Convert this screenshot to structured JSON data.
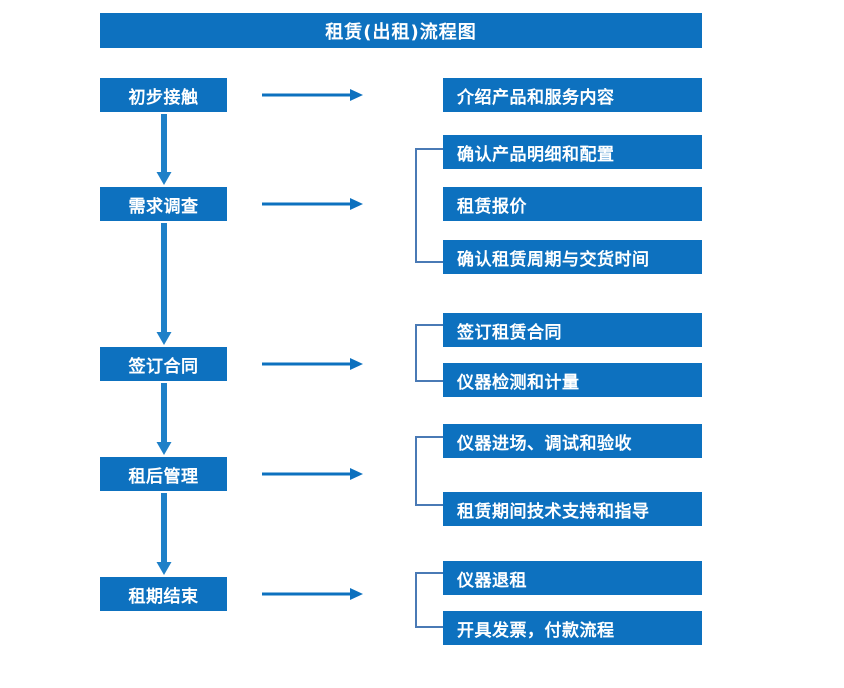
{
  "diagram": {
    "title": "租赁(出租)流程图",
    "accent_color": "#0D71BF",
    "bracket_color": "#4A7AB5",
    "text_color": "#FFFFFF",
    "background_color": "#FFFFFF",
    "stages": [
      {
        "label": "初步接触"
      },
      {
        "label": "需求调查"
      },
      {
        "label": "签订合同"
      },
      {
        "label": "租后管理"
      },
      {
        "label": "租期结束"
      }
    ],
    "details": [
      {
        "label": "介绍产品和服务内容"
      },
      {
        "label": "确认产品明细和配置"
      },
      {
        "label": "租赁报价"
      },
      {
        "label": "确认租赁周期与交货时间"
      },
      {
        "label": "签订租赁合同"
      },
      {
        "label": "仪器检测和计量"
      },
      {
        "label": "仪器进场、调试和验收"
      },
      {
        "label": "租赁期间技术支持和指导"
      },
      {
        "label": "仪器退租"
      },
      {
        "label": "开具发票，付款流程"
      }
    ]
  }
}
